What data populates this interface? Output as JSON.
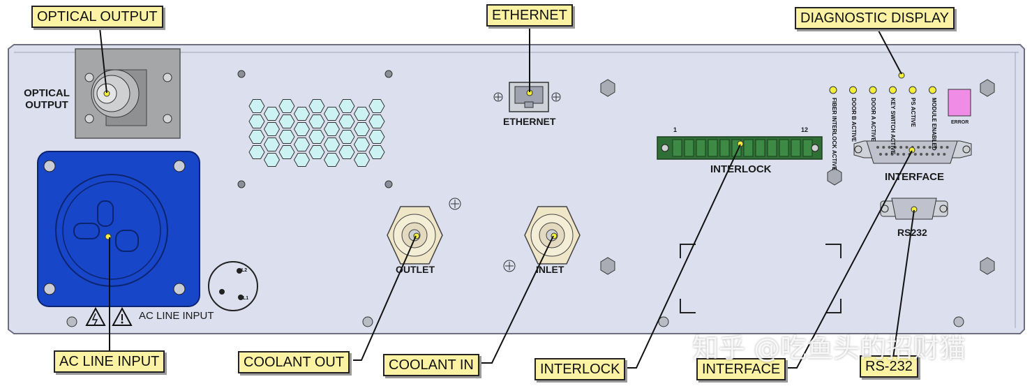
{
  "callouts": {
    "optical_output": "OPTICAL OUTPUT",
    "ethernet": "ETHERNET",
    "diagnostic_display": "DIAGNOSTIC DISPLAY",
    "ac_line_input": "AC LINE INPUT",
    "coolant_out": "COOLANT OUT",
    "coolant_in": "COOLANT IN",
    "interlock": "INTERLOCK",
    "interface": "INTERFACE",
    "rs232": "RS-232"
  },
  "panel_labels": {
    "optical_output_line1": "OPTICAL",
    "optical_output_line2": "OUTPUT",
    "ethernet": "ETHERNET",
    "interlock": "INTERLOCK",
    "interlock_pin_start": "1",
    "interlock_pin_end": "12",
    "interface": "INTERFACE",
    "rs232": "RS232",
    "outlet": "OUTLET",
    "inlet": "INLET",
    "ac_line_input": "AC LINE INPUT",
    "error": "ERROR",
    "ground_l2": "L2",
    "ground_l1": "L1"
  },
  "diagnostic_leds": [
    "FIBER INTERLOCK ACTIVE",
    "DOOR B ACTIVE",
    "DOOR A ACTIVE",
    "KEY SWITCH ACTIVE",
    "PS ACTIVE",
    "MODULE ENABLED"
  ],
  "watermark": "知乎 @吃鱼头的招财猫",
  "colors": {
    "panel": "#dcdfee",
    "panel_border": "#6c6f80",
    "callout_bg": "#fbf3a3",
    "ac_input_blue": "#1846c8",
    "hex_vent": "#cdf2f4",
    "error_pink": "#f08ce6",
    "terminal_green": "#2f6e35",
    "led_yellow": "#f4ef3a"
  }
}
